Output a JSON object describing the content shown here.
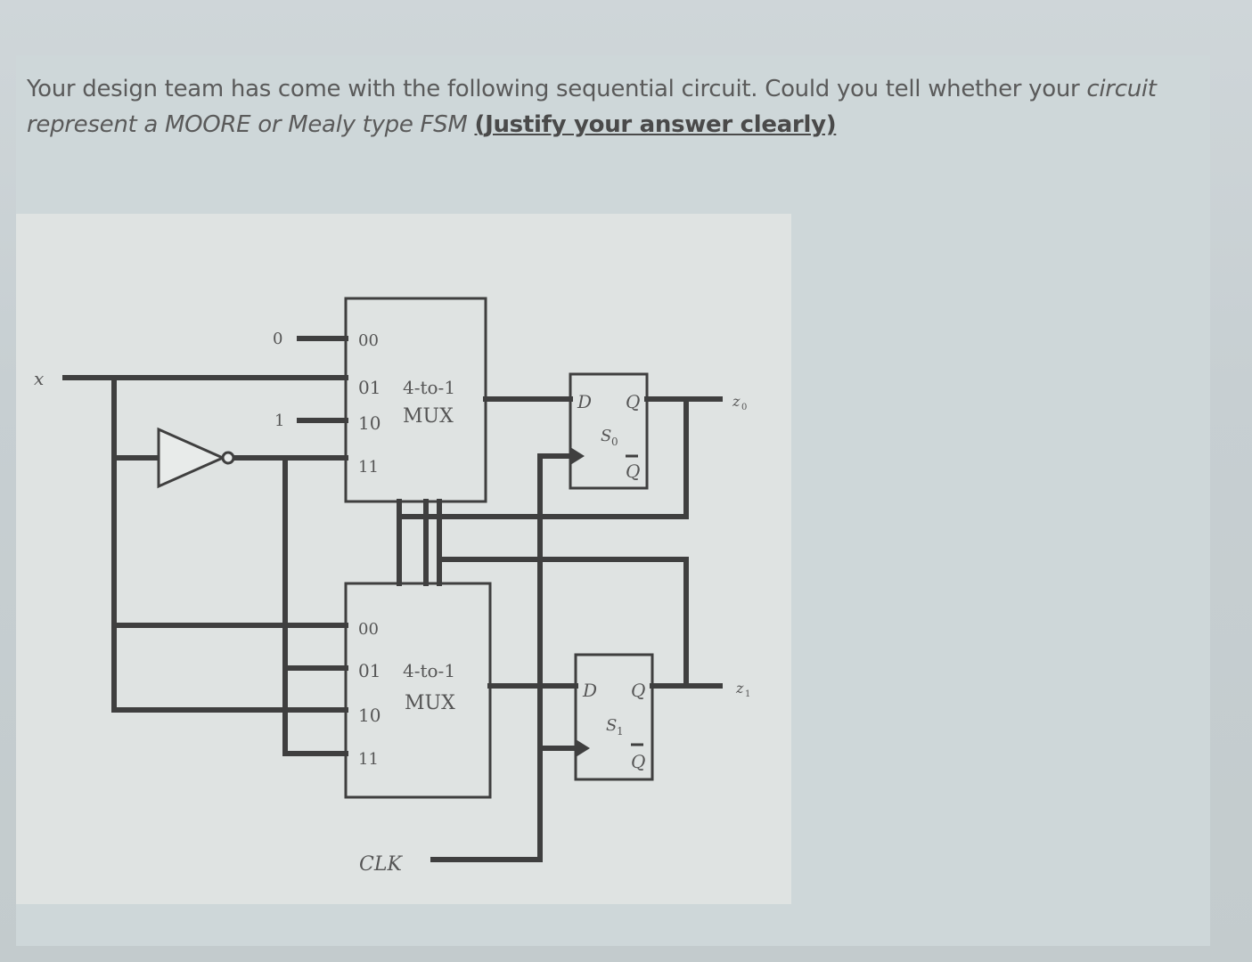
{
  "question": {
    "part1": "Your design team has come with the following sequential circuit. Could you tell whether your ",
    "part2_italic": "circuit represent a MOORE or Mealy type FSM",
    "part3_bold": "(Justify your answer clearly)"
  },
  "diagram": {
    "input_x": "x",
    "const_0": "0",
    "const_1": "1",
    "mux_top": {
      "in00": "00",
      "in01": "01",
      "in10": "10",
      "in11": "11",
      "title1": "4-to-1",
      "title2": "MUX"
    },
    "mux_bottom": {
      "in00": "00",
      "in01": "01",
      "in10": "10",
      "in11": "11",
      "title1": "4-to-1",
      "title2": "MUX"
    },
    "ff0": {
      "d": "D",
      "q": "Q",
      "state": "S",
      "state_sub": "0",
      "qbar": "Q"
    },
    "ff1": {
      "d": "D",
      "q": "Q",
      "state": "S",
      "state_sub": "1",
      "qbar": "Q"
    },
    "out_z0": "z",
    "out_z0_sub": "0",
    "out_z1": "z",
    "out_z1_sub": "1",
    "clk": "CLK"
  }
}
